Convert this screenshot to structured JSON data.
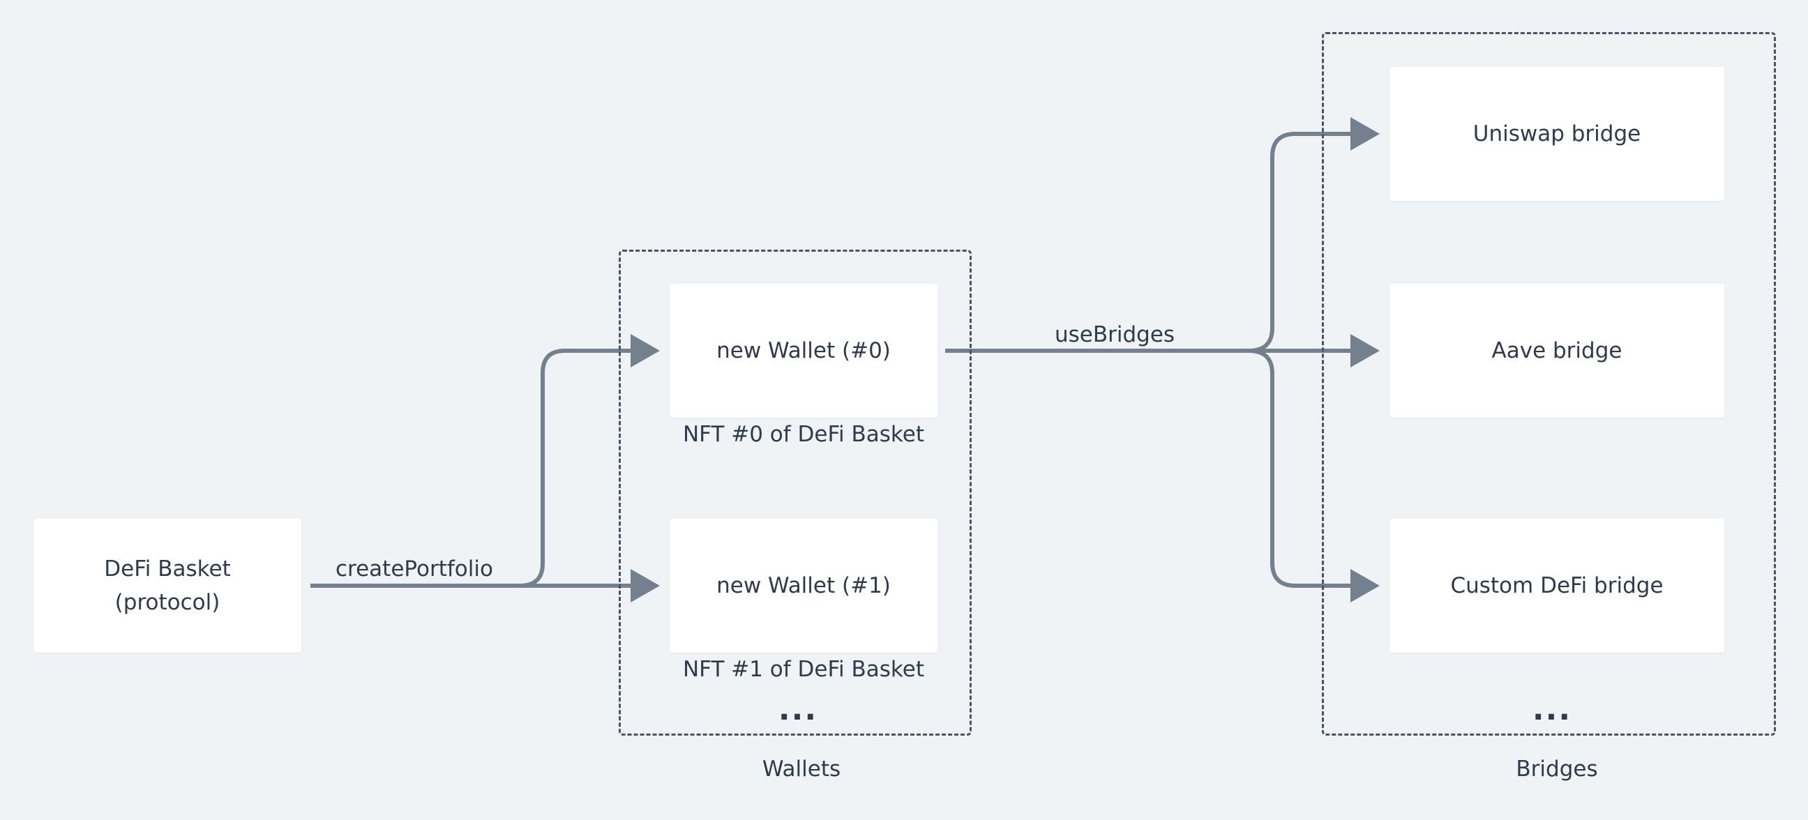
{
  "diagram": {
    "source": {
      "line1": "DeFi Basket",
      "line2": "(protocol)"
    },
    "edge_create": "createPortfolio",
    "edge_use": "useBridges",
    "wallets_group": {
      "label": "Wallets",
      "wallet0": {
        "title": "new Wallet (#0)",
        "caption": "NFT #0 of DeFi Basket"
      },
      "wallet1": {
        "title": "new Wallet (#1)",
        "caption": "NFT #1 of DeFi Basket"
      },
      "more": "..."
    },
    "bridges_group": {
      "label": "Bridges",
      "uniswap": "Uniswap bridge",
      "aave": "Aave bridge",
      "custom": "Custom DeFi bridge",
      "more": "..."
    }
  },
  "colors": {
    "background": "#eff3f6",
    "edge": "#74808e",
    "text": "#2f3a4b",
    "dashed": "#4a5361"
  }
}
